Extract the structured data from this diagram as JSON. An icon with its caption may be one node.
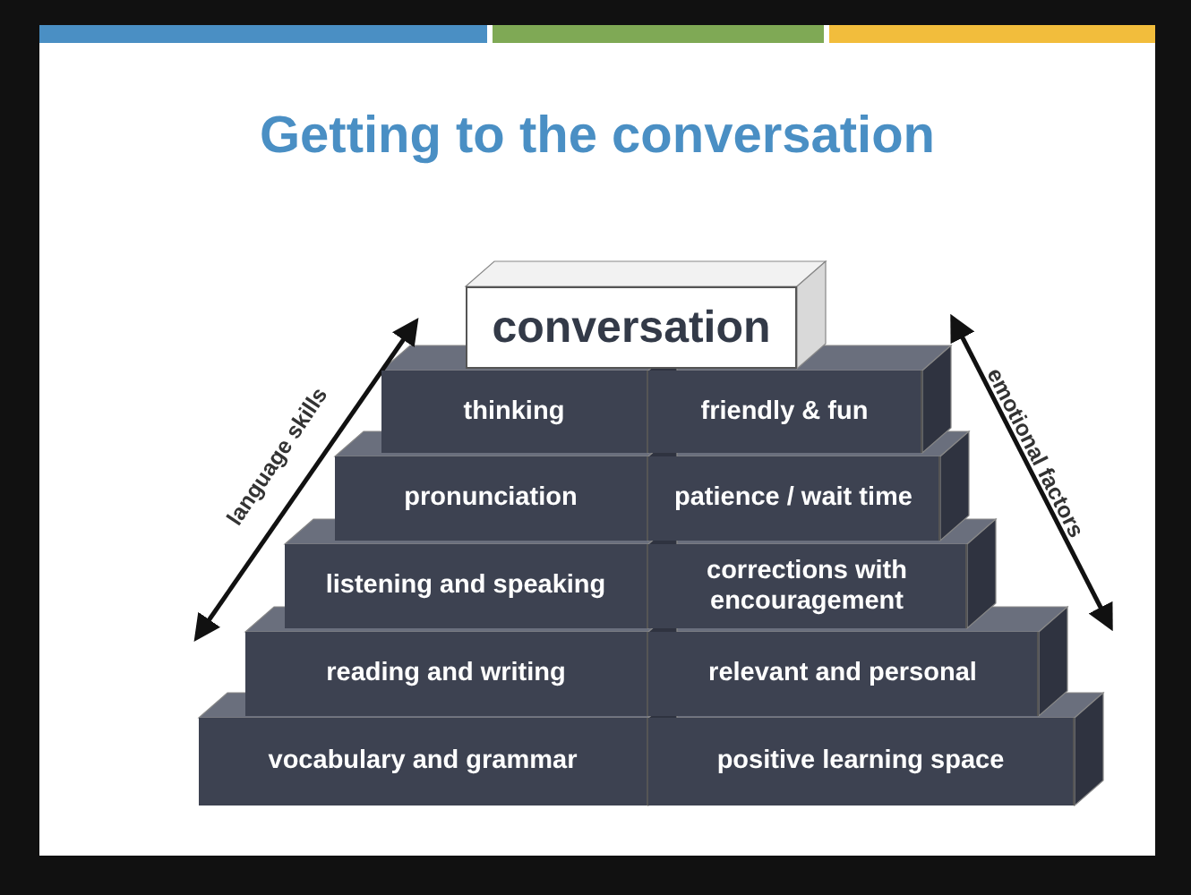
{
  "diagram": {
    "title": "Getting to the conversation",
    "nodes": [
      {
        "text": [
          "conversation"
        ]
      },
      {
        "text": [
          "thinking"
        ]
      },
      {
        "text": [
          "friendly & fun"
        ]
      },
      {
        "text": [
          "pronunciation"
        ]
      },
      {
        "text": [
          "patience / wait time"
        ]
      },
      {
        "text": [
          "listening and speaking"
        ]
      },
      {
        "text": [
          "corrections with encouragement"
        ]
      },
      {
        "text": [
          "reading and writing"
        ]
      },
      {
        "text": [
          "relevant and personal"
        ]
      },
      {
        "text": [
          "vocabulary and grammar"
        ]
      },
      {
        "text": [
          "positive learning space"
        ]
      }
    ],
    "edges": [],
    "labels": [
      "language skills",
      "emotional factors"
    ]
  }
}
